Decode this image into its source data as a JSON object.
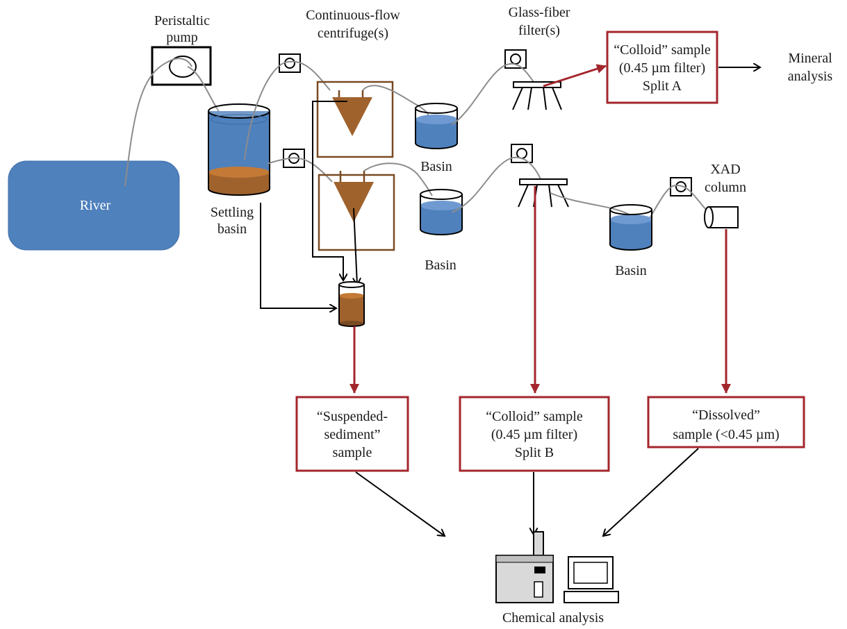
{
  "colors": {
    "water": "#4f81bd",
    "water_dark": "#3b6aa0",
    "sediment": "#a0622d",
    "sediment_dark": "#7a4a22",
    "flow_red": "#a3262c",
    "tubing": "#8c8c8c",
    "instrument_gray": "#d9d9d9"
  },
  "labels": {
    "river": "River",
    "peristaltic_pump": [
      "Peristaltic",
      "pump"
    ],
    "settling_basin": [
      "Settling",
      "basin"
    ],
    "centrifuge": [
      "Continuous-flow",
      "centrifuge(s)"
    ],
    "filter": [
      "Glass-fiber",
      "filter(s)"
    ],
    "basin": "Basin",
    "xad_column": [
      "XAD",
      "column"
    ],
    "mineral_analysis": [
      "Mineral",
      "analysis"
    ],
    "chemical_analysis": "Chemical analysis"
  },
  "boxes": {
    "colloid_a": [
      "“Colloid” sample",
      "(0.45 µm filter)",
      "Split A"
    ],
    "suspended": [
      "“Suspended-",
      "sediment”",
      "sample"
    ],
    "colloid_b": [
      "“Colloid” sample",
      "(0.45 µm filter)",
      "Split B"
    ],
    "dissolved": [
      "“Dissolved”",
      "sample (<0.45 µm)"
    ]
  },
  "icons": [
    "pump-icon",
    "basin-icon",
    "centrifuge-icon",
    "filter-icon",
    "column-icon",
    "sample-vial-icon",
    "analyzer-icon",
    "computer-icon"
  ]
}
